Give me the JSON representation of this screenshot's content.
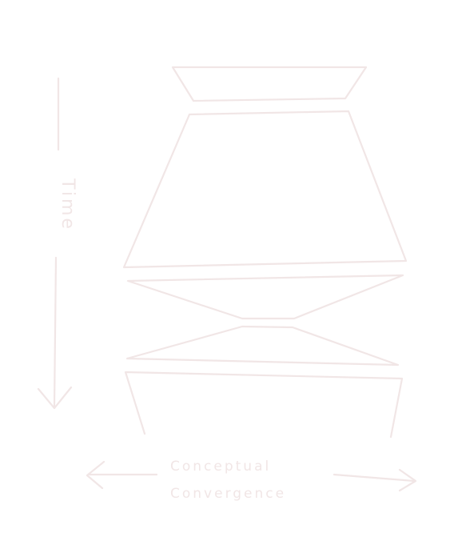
{
  "colors": {
    "background": "#ffffff",
    "stroke": "#f1e6e6"
  },
  "labels": {
    "time": "Time",
    "conceptual_line1": "Conceptual",
    "conceptual_line2": "Convergence"
  }
}
